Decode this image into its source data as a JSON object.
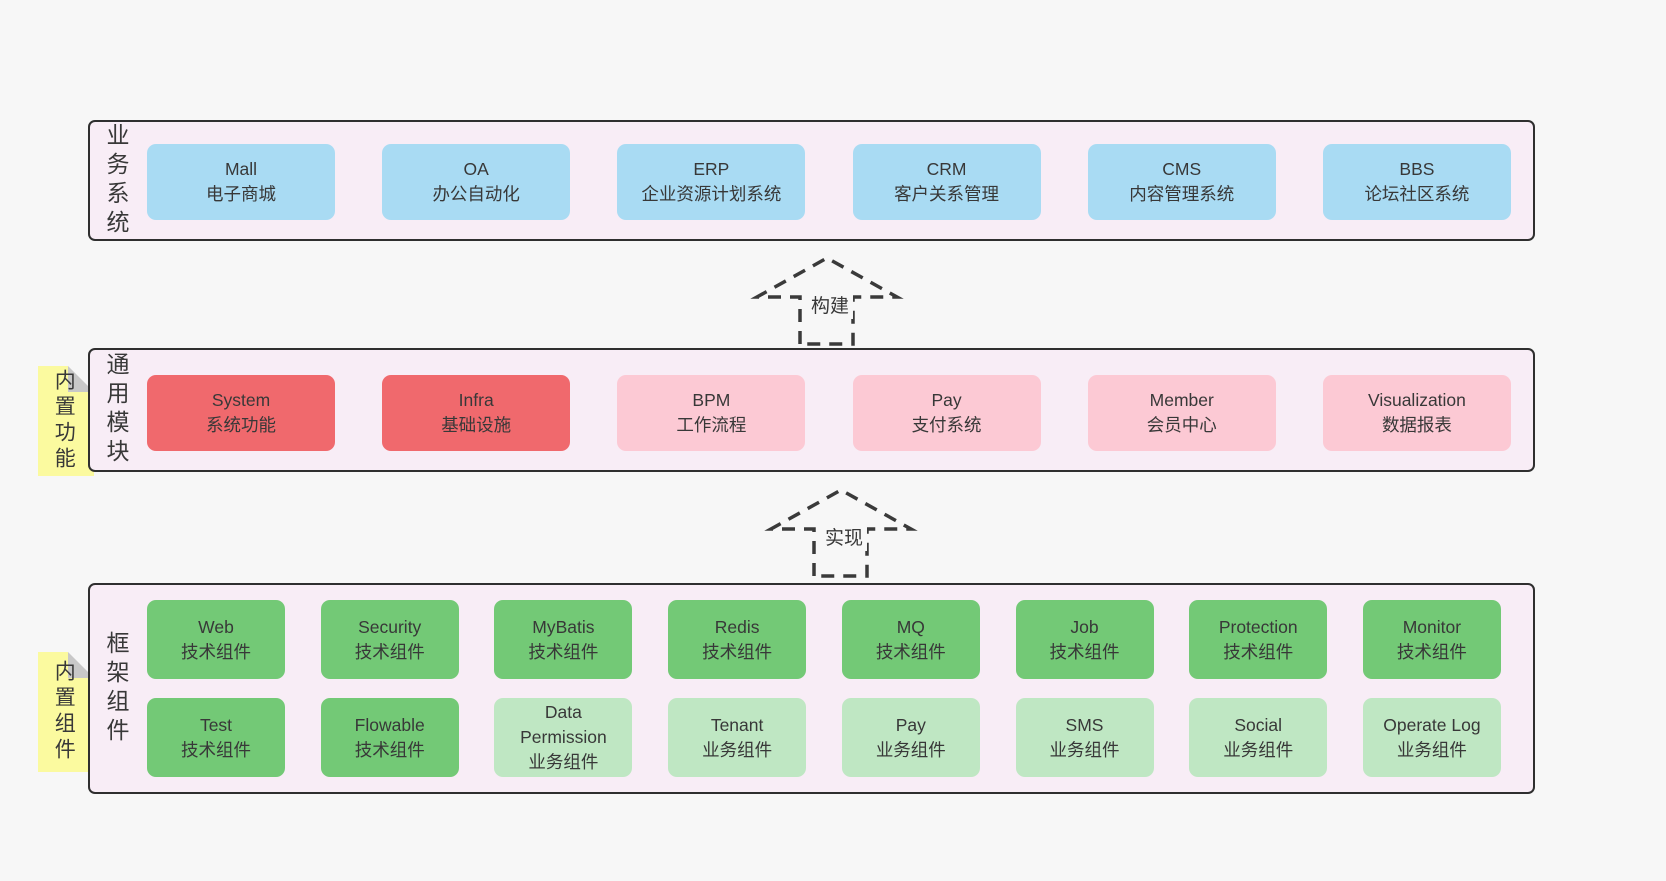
{
  "colors": {
    "page-bg": "#f7f7f7",
    "band-bg": "#f8edf6",
    "border": "#2f2f2f",
    "text": "#383838",
    "blue": "#a9dbf3",
    "red": "#f0696d",
    "pink": "#fcc9d4",
    "green": "#73c976",
    "lightgreen": "#bfe7c3",
    "tab-yellow": "#fbfa9f",
    "fold-gray": "#c8c8c8"
  },
  "bands": [
    {
      "id": "business-systems",
      "label": "业务系统",
      "box_size": "wide",
      "rows": [
        [
          {
            "title": "Mall",
            "subtitle": "电子商城",
            "variant": "blue"
          },
          {
            "title": "OA",
            "subtitle": "办公自动化",
            "variant": "blue"
          },
          {
            "title": "ERP",
            "subtitle": "企业资源计划系统",
            "variant": "blue"
          },
          {
            "title": "CRM",
            "subtitle": "客户关系管理",
            "variant": "blue"
          },
          {
            "title": "CMS",
            "subtitle": "内容管理系统",
            "variant": "blue"
          },
          {
            "title": "BBS",
            "subtitle": "论坛社区系统",
            "variant": "blue"
          }
        ]
      ]
    },
    {
      "id": "common-modules",
      "label": "通用模块",
      "tab": "内置功能",
      "box_size": "wide",
      "rows": [
        [
          {
            "title": "System",
            "subtitle": "系统功能",
            "variant": "red"
          },
          {
            "title": "Infra",
            "subtitle": "基础设施",
            "variant": "red"
          },
          {
            "title": "BPM",
            "subtitle": "工作流程",
            "variant": "pink"
          },
          {
            "title": "Pay",
            "subtitle": "支付系统",
            "variant": "pink"
          },
          {
            "title": "Member",
            "subtitle": "会员中心",
            "variant": "pink"
          },
          {
            "title": "Visualization",
            "subtitle": "数据报表",
            "variant": "pink"
          }
        ]
      ]
    },
    {
      "id": "framework-components",
      "label": "框架组件",
      "tab": "内置组件",
      "box_size": "narrow",
      "rows": [
        [
          {
            "title": "Web",
            "subtitle": "技术组件",
            "variant": "green"
          },
          {
            "title": "Security",
            "subtitle": "技术组件",
            "variant": "green"
          },
          {
            "title": "MyBatis",
            "subtitle": "技术组件",
            "variant": "green"
          },
          {
            "title": "Redis",
            "subtitle": "技术组件",
            "variant": "green"
          },
          {
            "title": "MQ",
            "subtitle": "技术组件",
            "variant": "green"
          },
          {
            "title": "Job",
            "subtitle": "技术组件",
            "variant": "green"
          },
          {
            "title": "Protection",
            "subtitle": "技术组件",
            "variant": "green"
          },
          {
            "title": "Monitor",
            "subtitle": "技术组件",
            "variant": "green"
          }
        ],
        [
          {
            "title": "Test",
            "subtitle": "技术组件",
            "variant": "green"
          },
          {
            "title": "Flowable",
            "subtitle": "技术组件",
            "variant": "green"
          },
          {
            "title": "Data Permission",
            "subtitle": "业务组件",
            "variant": "lightgreen"
          },
          {
            "title": "Tenant",
            "subtitle": "业务组件",
            "variant": "lightgreen"
          },
          {
            "title": "Pay",
            "subtitle": "业务组件",
            "variant": "lightgreen"
          },
          {
            "title": "SMS",
            "subtitle": "业务组件",
            "variant": "lightgreen"
          },
          {
            "title": "Social",
            "subtitle": "业务组件",
            "variant": "lightgreen"
          },
          {
            "title": "Operate Log",
            "subtitle": "业务组件",
            "variant": "lightgreen"
          }
        ]
      ]
    }
  ],
  "arrows": [
    {
      "id": "build",
      "label": "构建"
    },
    {
      "id": "implement",
      "label": "实现"
    }
  ]
}
